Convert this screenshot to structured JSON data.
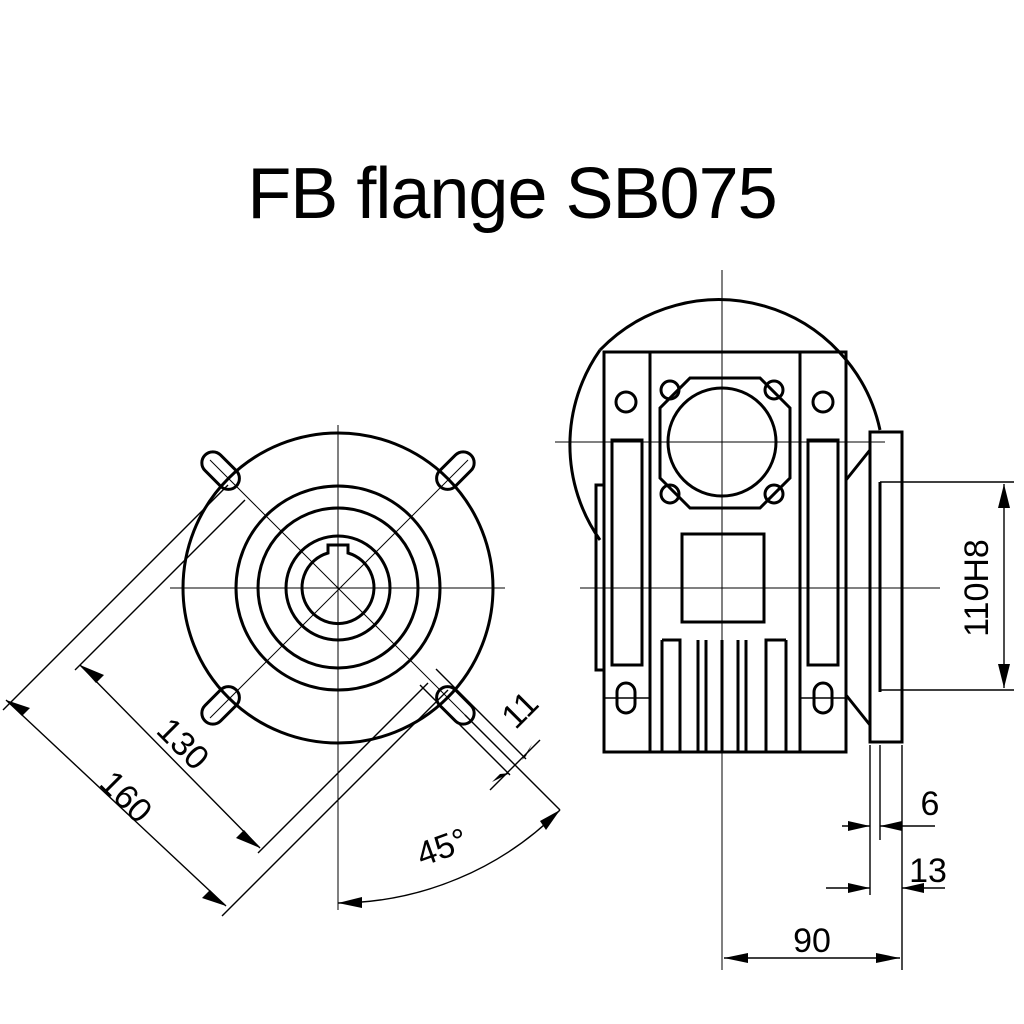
{
  "title": "FB flange SB075",
  "dimensions": {
    "pcd_outer": "160",
    "pcd_inner": "130",
    "slot_width": "11",
    "angle": "45°",
    "spigot": "110H8",
    "thk_6": "6",
    "thk_13": "13",
    "offset_90": "90"
  },
  "colors": {
    "line": "#000000",
    "background": "#ffffff"
  }
}
